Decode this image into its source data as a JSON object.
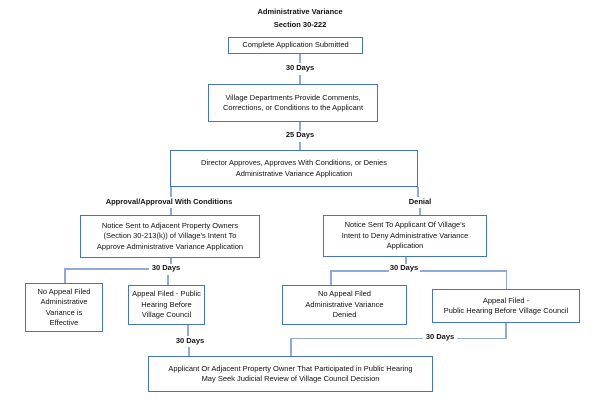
{
  "title": "Administrative Variance",
  "subtitle": "Section 30-222",
  "colors": {
    "box_border": "#4472C4",
    "connector_line": "#8EAADB",
    "text": "#111111"
  },
  "nodes": {
    "complete_application": "Complete Application Submitted",
    "village_departments": "Village Departments Provide Comments,\nCorrections, or Conditions to the Applicant",
    "director_decision": "Director Approves, Approves With Conditions, or Denies\nAdministrative Variance Application",
    "notice_approve": "Notice Sent to Adjacent Property Owners\n(Section 30-213(k)) of Village's Intent To\nApprove Administrative Variance Application",
    "notice_deny": "Notice Sent To Applicant Of Village's\nIntent to Deny Administrative Variance\nApplication",
    "no_appeal_effective": "No Appeal Filed\nAdministrative\nVariance is\nEffective",
    "appeal_left": "Appeal Filed - Public\nHearing Before\nVillage Council",
    "no_appeal_denied": "No Appeal Filed\nAdministrative Variance\nDenied",
    "appeal_right": "Appeal Filed -\nPublic Hearing Before Village Council",
    "judicial_review": "Applicant Or Adjacent Property Owner That Participated in Public Hearing\nMay Seek Judicial Review of Village Council Decision"
  },
  "edge_labels": {
    "thirty_days": "30 Days",
    "twenty_five_days": "25 Days",
    "approval_branch": "Approval/Approval With Conditions",
    "denial_branch": "Denial"
  }
}
